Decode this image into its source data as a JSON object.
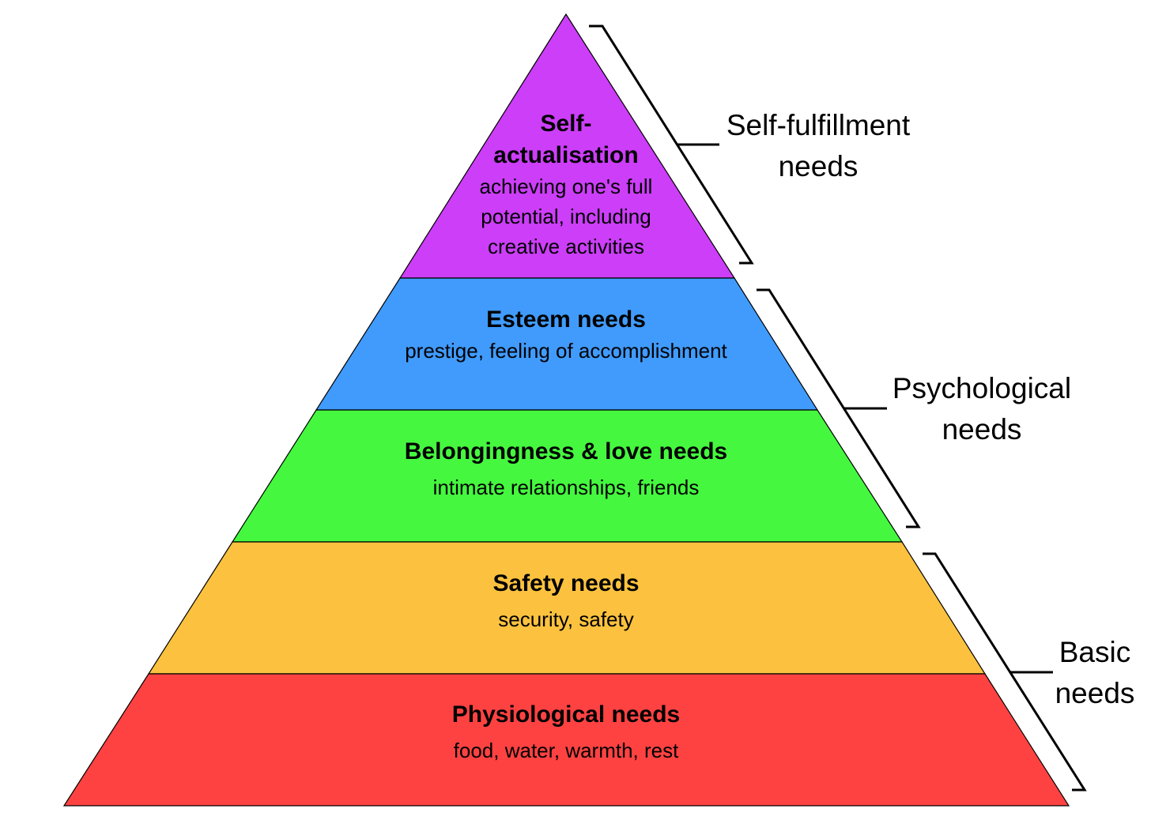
{
  "tiers": [
    {
      "title": "Self-actualisation",
      "title_lines": [
        "Self-",
        "actualisation"
      ],
      "description_lines": [
        "achieving one's full",
        "potential, including",
        "creative activities"
      ],
      "color": "#cc3ef8"
    },
    {
      "title": "Esteem needs",
      "description_lines": [
        "prestige, feeling of accomplishment"
      ],
      "color": "#409bfd"
    },
    {
      "title": "Belongingness & love needs",
      "description_lines": [
        "intimate relationships, friends"
      ],
      "color": "#45f83f"
    },
    {
      "title": "Safety needs",
      "description_lines": [
        "security, safety"
      ],
      "color": "#fcc23f"
    },
    {
      "title": "Physiological needs",
      "description_lines": [
        "food, water, warmth, rest"
      ],
      "color": "#fe4242"
    }
  ],
  "groups": [
    {
      "label_lines": [
        "Self-fulfillment",
        "needs"
      ]
    },
    {
      "label_lines": [
        "Psychological",
        "needs"
      ]
    },
    {
      "label_lines": [
        "Basic",
        "needs"
      ]
    }
  ],
  "outline_color": "#000000"
}
